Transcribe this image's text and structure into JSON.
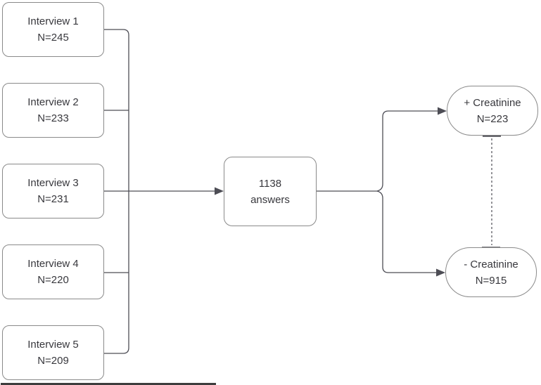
{
  "diagram": {
    "interviews": [
      {
        "label": "Interview 1",
        "n": "N=245"
      },
      {
        "label": "Interview 2",
        "n": "N=233"
      },
      {
        "label": "Interview 3",
        "n": "N=231"
      },
      {
        "label": "Interview 4",
        "n": "N=220"
      },
      {
        "label": "Interview 5",
        "n": "N=209"
      }
    ],
    "total": {
      "line1": "1138",
      "line2": "answers"
    },
    "outcomes": [
      {
        "label": "+ Creatinine",
        "n": "N=223"
      },
      {
        "label": "- Creatinine",
        "n": "N=915"
      }
    ],
    "edges": [
      {
        "from": "Interview 1",
        "to": "1138 answers",
        "style": "solid-merged-trunk"
      },
      {
        "from": "Interview 2",
        "to": "1138 answers",
        "style": "solid-merged-trunk"
      },
      {
        "from": "Interview 3",
        "to": "1138 answers",
        "style": "solid-merged-trunk",
        "arrow": true
      },
      {
        "from": "Interview 4",
        "to": "1138 answers",
        "style": "solid-merged-trunk"
      },
      {
        "from": "Interview 5",
        "to": "1138 answers",
        "style": "solid-merged-trunk"
      },
      {
        "from": "1138 answers",
        "to": "+ Creatinine",
        "style": "solid",
        "arrow": true
      },
      {
        "from": "1138 answers",
        "to": "- Creatinine",
        "style": "solid",
        "arrow": true
      },
      {
        "from": "+ Creatinine",
        "to": "- Creatinine",
        "style": "dashed",
        "arrow": false
      }
    ],
    "colors": {
      "background": "#ffffff",
      "node_border": "#8a8a8a",
      "connector": "#4d4d55",
      "text": "#38383d",
      "bottom_bar": "#3d3d3d"
    }
  }
}
